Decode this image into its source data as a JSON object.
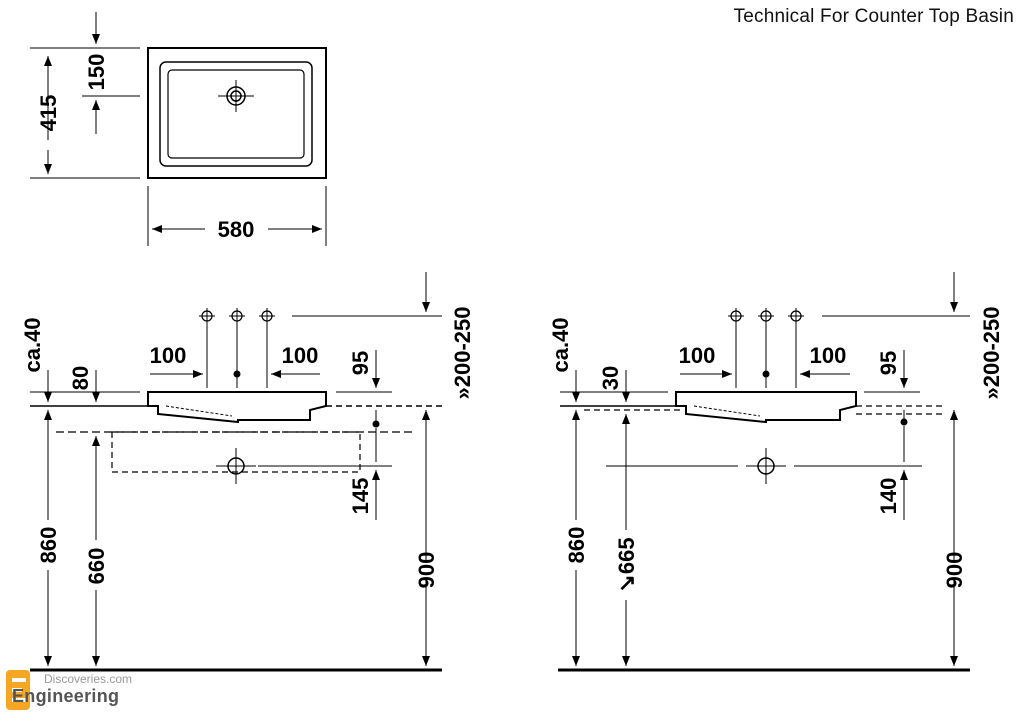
{
  "title": "Technical For Counter Top Basin",
  "top_view": {
    "width_label": "580",
    "depth_label": "415",
    "tap_offset_label": "150"
  },
  "left_elevation": {
    "rim_label": "ca.40",
    "overlap_label": "80",
    "tap_left_label": "100",
    "tap_right_label": "100",
    "tap_depth_label": "95",
    "tap_height_range_label": "»200-250",
    "drain_label": "145",
    "counter_height_label": "860",
    "cabinet_height_label": "660",
    "total_height_label": "900"
  },
  "right_elevation": {
    "rim_label": "ca.40",
    "overlap_label": "30",
    "tap_left_label": "100",
    "tap_right_label": "100",
    "tap_depth_label": "95",
    "tap_height_range_label": "»200-250",
    "drain_label": "140",
    "counter_height_label": "860",
    "cabinet_height_label": "↘665",
    "total_height_label": "900"
  },
  "watermark": {
    "site": "Discoveries.com",
    "brand": "Engineering"
  }
}
